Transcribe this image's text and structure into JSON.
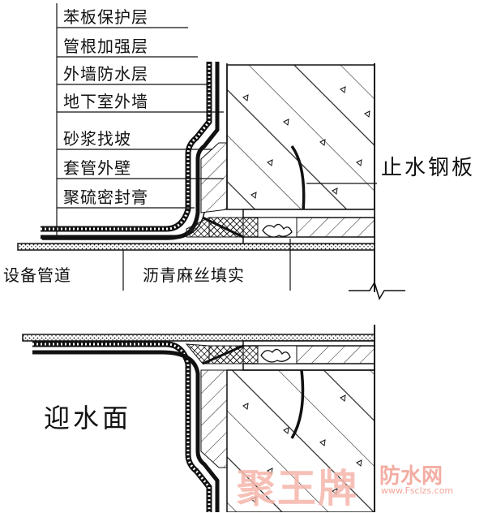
{
  "labels": {
    "styrofoam_protection": "苯板保护层",
    "pipe_root_reinforcement": "管根加强层",
    "exterior_waterproof": "外墙防水层",
    "basement_wall": "地下室外墙",
    "mortar_slope": "砂浆找坡",
    "sleeve_outer_wall": "套管外壁",
    "polysulfide_sealant": "聚硫密封膏",
    "water_stop_plate": "止水钢板",
    "equipment_pipe": "设备管道",
    "asphalt_hemp_fill": "沥青麻丝填实",
    "water_facing_side": "迎水面"
  },
  "watermark": {
    "brand": "聚王牌",
    "site_cn": "防水网",
    "url": "www.Fsclzs.com",
    "color": "#f2a59a"
  },
  "colors": {
    "line": "#111111",
    "hatch": "#222222"
  }
}
